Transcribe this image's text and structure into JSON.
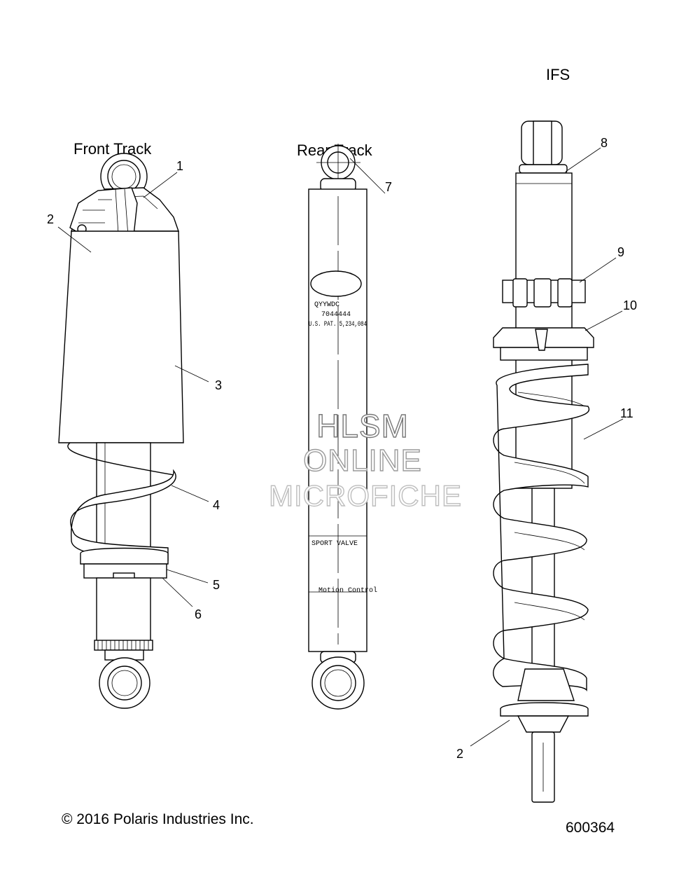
{
  "sections": {
    "front_track": "Front Track",
    "rear_track": "Rear Track",
    "ifs": "IFS"
  },
  "callouts": [
    "1",
    "2",
    "3",
    "4",
    "5",
    "6",
    "7",
    "8",
    "9",
    "10",
    "11",
    "2"
  ],
  "rear_shock_text": {
    "line1": "QYYWDC",
    "line2": "7044444",
    "line3": "U.S. PAT. 5,234,084",
    "band1": "SPORT VALVE",
    "band2": "Motion Control"
  },
  "watermark": [
    "HLSM",
    "ONLINE",
    "MICROFICHE"
  ],
  "footer": {
    "copyright": "© 2016 Polaris Industries Inc.",
    "drawing_number": "600364"
  }
}
